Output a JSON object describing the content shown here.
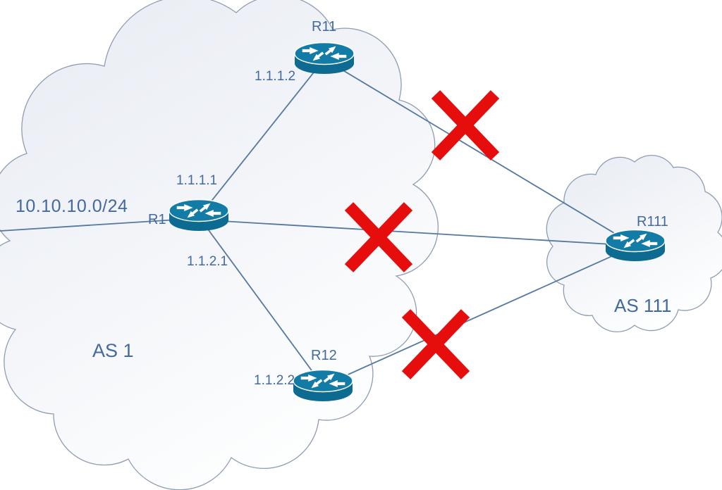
{
  "diagram": {
    "type": "network-topology",
    "autonomous_systems": [
      {
        "name": "AS 1",
        "routers": [
          "R1",
          "R11",
          "R12"
        ]
      },
      {
        "name": "AS 111",
        "routers": [
          "R111"
        ]
      }
    ],
    "labels": {
      "as1": "AS 1",
      "as111": "AS 111",
      "r1": "R1",
      "r11": "R11",
      "r12": "R12",
      "r111": "R111",
      "network": "10.10.10.0/24",
      "if_r1_to_r11": "1.1.1.1",
      "if_r11": "1.1.1.2",
      "if_r1_to_r12": "1.1.2.1",
      "if_r12": "1.1.2.2"
    },
    "links": [
      {
        "from": "R1",
        "to": "10.10.10.0/24",
        "failed": false
      },
      {
        "from": "R1",
        "to": "R11",
        "failed": false
      },
      {
        "from": "R1",
        "to": "R12",
        "failed": false
      },
      {
        "from": "R11",
        "to": "R111",
        "failed": true
      },
      {
        "from": "R1",
        "to": "R111",
        "failed": true
      },
      {
        "from": "R12",
        "to": "R111",
        "failed": true
      }
    ],
    "colors": {
      "text": "#44699f",
      "link_line": "#54789f",
      "failure_x": "#e60d0d",
      "router_top": "#137ca6",
      "router_body": "#0d6a91",
      "cloud_border": "#8e9db3",
      "cloud_fill_top": "#e7ebf2",
      "cloud_fill_bottom": "#fdfefe"
    }
  }
}
